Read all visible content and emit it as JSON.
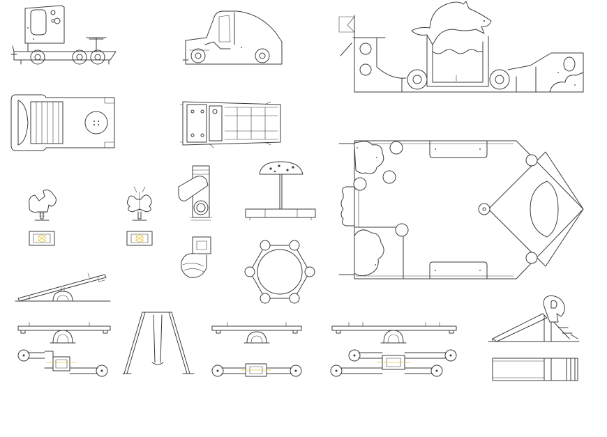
{
  "drawing": {
    "colors": {
      "background": "#ffffff",
      "line": "#3a3a3a",
      "accent": "#e8c84a"
    },
    "items": [
      {
        "name": "truck-play-structure-elevation",
        "icon": "truck-icon"
      },
      {
        "name": "car-play-structure-elevation",
        "icon": "car-icon"
      },
      {
        "name": "dolphin-ship-play-structure-elevation",
        "icon": "dolphin-icon"
      },
      {
        "name": "truck-play-structure-plan",
        "icon": "truck-plan-icon"
      },
      {
        "name": "car-play-structure-plan",
        "icon": "car-plan-icon"
      },
      {
        "name": "spring-rider-horse",
        "icon": "horse-icon"
      },
      {
        "name": "spring-rider-butterfly",
        "icon": "butterfly-icon"
      },
      {
        "name": "tube-slide-elevation",
        "icon": "tube-slide-icon"
      },
      {
        "name": "mushroom-sandpit-elevation",
        "icon": "mushroom-icon"
      },
      {
        "name": "tube-slide-plan",
        "icon": "tube-slide-plan-icon"
      },
      {
        "name": "hexagon-sandpit-plan",
        "icon": "hexagon-icon"
      },
      {
        "name": "ship-play-structure-plan",
        "icon": "ship-plan-icon"
      },
      {
        "name": "seesaw-tilted-elevation",
        "icon": "seesaw-icon"
      },
      {
        "name": "seesaw-elevation-1",
        "icon": "seesaw-icon"
      },
      {
        "name": "a-frame-swing",
        "icon": "swing-icon"
      },
      {
        "name": "seesaw-elevation-2",
        "icon": "seesaw-icon"
      },
      {
        "name": "seesaw-elevation-3",
        "icon": "seesaw-icon"
      },
      {
        "name": "dolphin-slide-elevation",
        "icon": "slide-icon"
      },
      {
        "name": "seesaw-plan-1",
        "icon": "seesaw-plan-icon"
      },
      {
        "name": "seesaw-plan-2",
        "icon": "seesaw-plan-icon"
      },
      {
        "name": "seesaw-plan-3",
        "icon": "seesaw-plan-icon"
      },
      {
        "name": "slide-plan",
        "icon": "slide-plan-icon"
      }
    ]
  }
}
